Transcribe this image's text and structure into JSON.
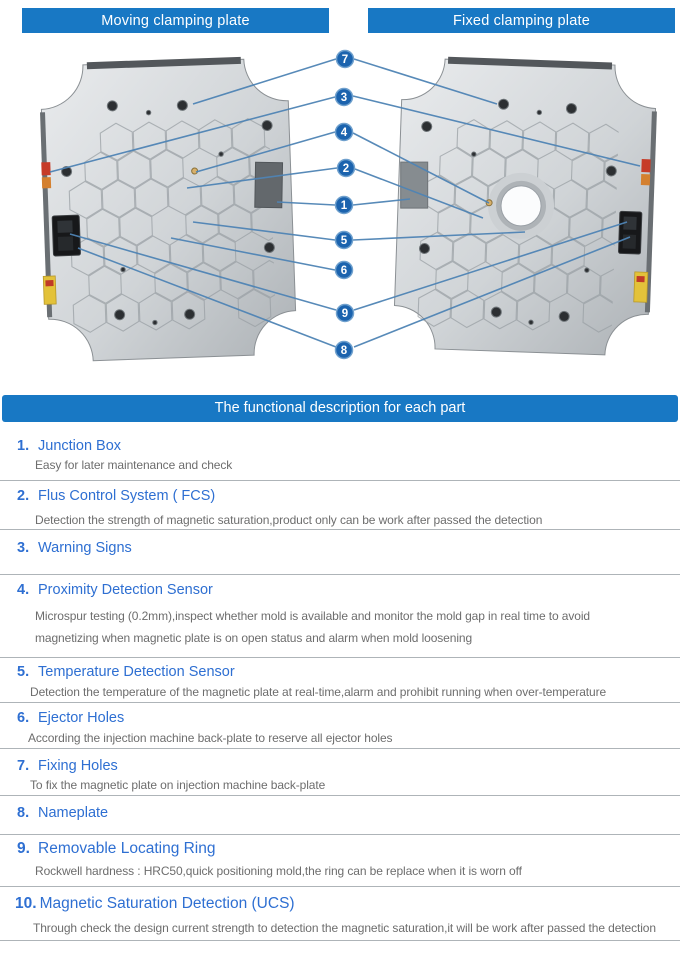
{
  "figure": {
    "left_plate_label": "Moving clamping plate",
    "right_plate_label": "Fixed clamping plate",
    "callouts": [
      "7",
      "3",
      "4",
      "2",
      "1",
      "5",
      "6",
      "9",
      "8"
    ]
  },
  "section": {
    "banner": "The functional description for each part",
    "items": [
      {
        "num": "1.",
        "title": "Junction Box",
        "lines": [
          "Easy for later maintenance and check"
        ]
      },
      {
        "num": "2.",
        "title": "Flus Control System ( FCS)",
        "lines": [
          "Detection the strength of magnetic saturation,product only can be work after passed the detection"
        ]
      },
      {
        "num": "3.",
        "title": "Warning Signs",
        "lines": []
      },
      {
        "num": "4.",
        "title": "Proximity Detection Sensor",
        "lines": [
          "Microspur testing (0.2mm),inspect  whether mold is available and monitor the mold gap in real time to avoid",
          "magnetizing when magnetic plate is on open status and alarm when mold loosening"
        ]
      },
      {
        "num": "5.",
        "title": "Temperature Detection Sensor",
        "lines": [
          "Detection the temperature of the magnetic plate at real-time,alarm and prohibit running when over-temperature"
        ]
      },
      {
        "num": "6.",
        "title": "Ejector Holes",
        "lines": [
          "According the injection machine back-plate to reserve all ejector holes"
        ]
      },
      {
        "num": "7.",
        "title": "Fixing Holes",
        "lines": [
          "To fix the magnetic plate on injection machine back-plate"
        ]
      },
      {
        "num": "8.",
        "title": "Nameplate",
        "lines": []
      },
      {
        "num": "9.",
        "title": "Removable Locating Ring",
        "lines": [
          "Rockwell hardness : HRC50,quick positioning mold,the ring can be replace when it is worn off"
        ]
      },
      {
        "num": "10.",
        "title": "Magnetic Saturation Detection (UCS)",
        "lines": [
          "Through check the design current strength to detection the magnetic saturation,it will be work after passed the detection"
        ]
      }
    ]
  },
  "colors": {
    "banner_blue": "#1878c4",
    "title_blue": "#2e6fd2",
    "callout_blue": "#1b63ae",
    "line_blue": "#4f84b5",
    "desc_gray": "#6d6d6d"
  }
}
